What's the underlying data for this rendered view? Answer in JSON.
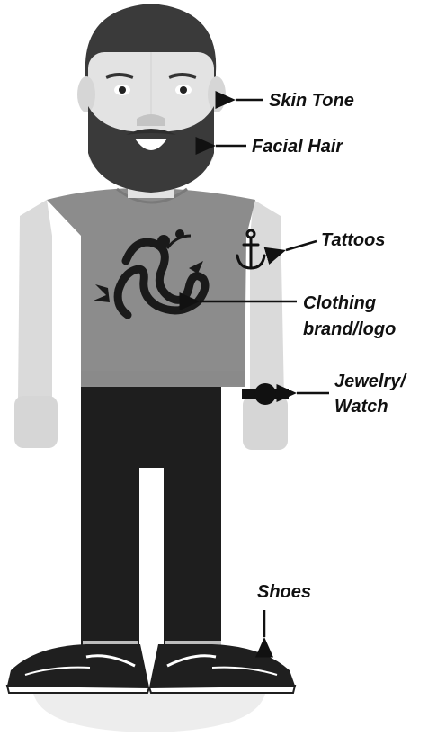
{
  "labels": {
    "skin_tone": "Skin Tone",
    "facial_hair": "Facial Hair",
    "tattoos": "Tattoos",
    "clothing_line1": "Clothing",
    "clothing_line2": "brand/logo",
    "jewelry_line1": "Jewelry/",
    "jewelry_line2": "Watch",
    "shoes": "Shoes"
  },
  "colors": {
    "hair": "#3a3a3a",
    "skin": "#e3e3e3",
    "shirt": "#8c8c8c",
    "pants": "#1e1e1e",
    "shoe": "#1f1f1f",
    "shadow": "#eeeeee"
  },
  "icons": {
    "tattoo": "anchor-icon",
    "logo": "dragon-logo-icon",
    "watch": "watch-icon"
  }
}
